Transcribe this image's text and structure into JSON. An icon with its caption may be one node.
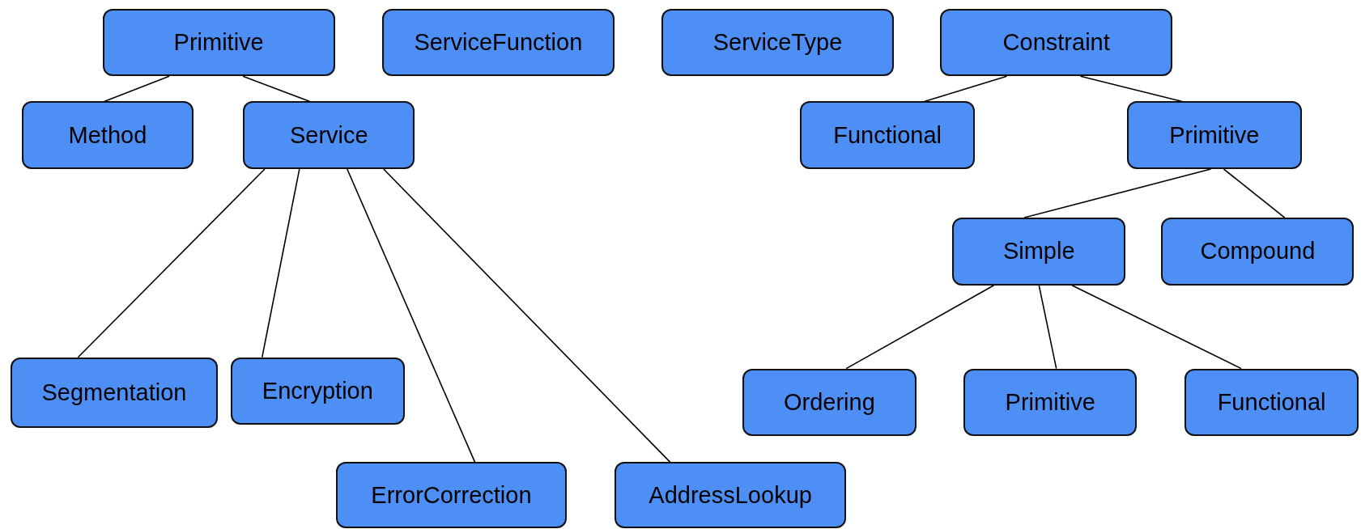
{
  "diagram": {
    "nodes": [
      {
        "text": [
          "Primitive"
        ]
      },
      {
        "text": [
          "ServiceFunction"
        ]
      },
      {
        "text": [
          "ServiceType"
        ]
      },
      {
        "text": [
          "Constraint"
        ]
      },
      {
        "text": [
          "Method"
        ]
      },
      {
        "text": [
          "Service"
        ]
      },
      {
        "text": [
          "Functional"
        ]
      },
      {
        "text": [
          "Primitive"
        ]
      },
      {
        "text": [
          "Simple"
        ]
      },
      {
        "text": [
          "Compound"
        ]
      },
      {
        "text": [
          "Segmentation"
        ]
      },
      {
        "text": [
          "Encryption"
        ]
      },
      {
        "text": [
          "ErrorCorrection"
        ]
      },
      {
        "text": [
          "AddressLookup"
        ]
      },
      {
        "text": [
          "Ordering"
        ]
      },
      {
        "text": [
          "Primitive"
        ]
      },
      {
        "text": [
          "Functional"
        ]
      }
    ],
    "edges": [
      {
        "from": 0,
        "to": 4,
        "arrow": "none"
      },
      {
        "from": 0,
        "to": 5,
        "arrow": "none"
      },
      {
        "from": 5,
        "to": 10,
        "arrow": "none"
      },
      {
        "from": 5,
        "to": 11,
        "arrow": "none"
      },
      {
        "from": 5,
        "to": 12,
        "arrow": "none"
      },
      {
        "from": 5,
        "to": 13,
        "arrow": "none"
      },
      {
        "from": 3,
        "to": 6,
        "arrow": "none"
      },
      {
        "from": 3,
        "to": 7,
        "arrow": "none"
      },
      {
        "from": 7,
        "to": 8,
        "arrow": "none"
      },
      {
        "from": 7,
        "to": 9,
        "arrow": "none"
      },
      {
        "from": 8,
        "to": 14,
        "arrow": "none"
      },
      {
        "from": 8,
        "to": 15,
        "arrow": "none"
      },
      {
        "from": 8,
        "to": 16,
        "arrow": "none"
      }
    ]
  }
}
